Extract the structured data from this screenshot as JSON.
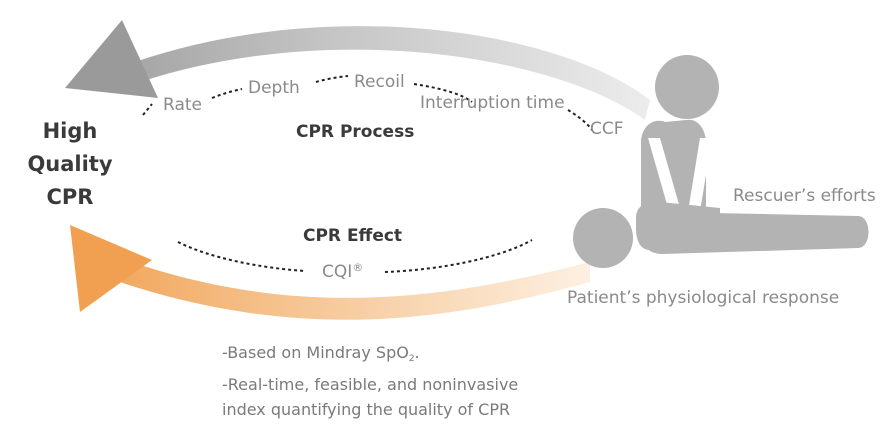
{
  "title": {
    "line1": "High",
    "line2": "Quality",
    "line3": "CPR"
  },
  "process": {
    "heading": "CPR Process",
    "metrics": [
      "Rate",
      "Depth",
      "Recoil",
      "Interruption time",
      "CCF"
    ]
  },
  "effect": {
    "heading": "CPR Effect",
    "metric": "CQI",
    "metric_mark": "®"
  },
  "rescuer_label": "Rescuer’s efforts",
  "patient_label": "Patient’s physiological response",
  "notes": {
    "line1_prefix": "-Based on Mindray SpO",
    "line1_sub": "2",
    "line1_suffix": ".",
    "line2": "-Real-time, feasible, and noninvasive",
    "line3": "index quantifying the quality of CPR"
  },
  "colors": {
    "process_arrow": "#a9a9a9",
    "effect_arrow": "#f0a050",
    "figures": "#b3b3b3",
    "text": "#8a8a8a",
    "heading": "#3a3a3a"
  }
}
